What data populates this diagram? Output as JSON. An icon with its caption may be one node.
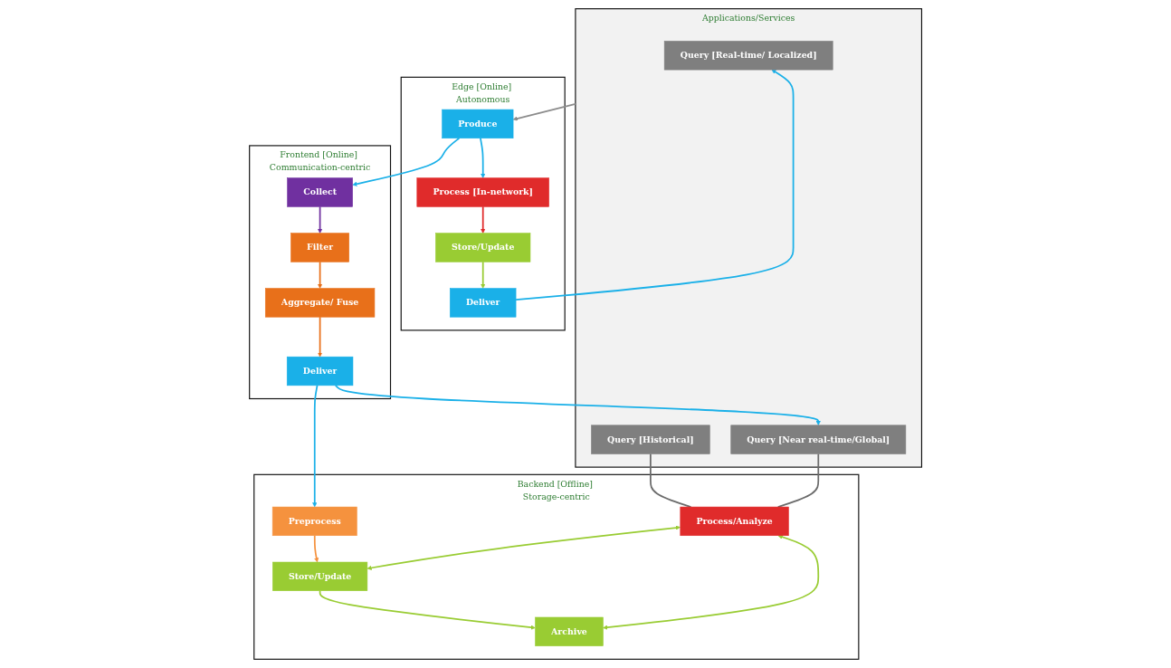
{
  "diagram": {
    "nodes": [
      {
        "text": [
          "Applications/Services"
        ]
      },
      {
        "text": [
          "Query [Real-time/ Localized]"
        ],
        "in": 0
      },
      {
        "text": [
          "Query [Historical]"
        ],
        "in": 0
      },
      {
        "text": [
          "Query [Near real-time/Global]"
        ],
        "in": 0
      },
      {
        "text": [
          "Edge [Online] Autonomous"
        ]
      },
      {
        "text": [
          "Deliver"
        ],
        "in": 4
      },
      {
        "text": [
          "Store/Update"
        ],
        "in": 4
      },
      {
        "text": [
          "Process [In-network]"
        ],
        "in": 4
      },
      {
        "text": [
          "Produce"
        ],
        "in": 4
      },
      {
        "text": [
          "Backend [Offline] Storage-centric"
        ]
      },
      {
        "text": [
          "Process/Analyze"
        ],
        "in": 9
      },
      {
        "text": [
          "Archive"
        ],
        "in": 9
      },
      {
        "text": [
          "Store/Update"
        ],
        "in": 9
      },
      {
        "text": [
          "Preprocess"
        ],
        "in": 9
      },
      {
        "text": [
          "Frontend [Online] Communication-centric"
        ]
      },
      {
        "text": [
          "Collect"
        ],
        "in": 14
      },
      {
        "text": [
          "Filter"
        ],
        "in": 14
      },
      {
        "text": [
          "Aggregate/ Fuse"
        ],
        "in": 14
      },
      {
        "text": [
          "Deliver"
        ],
        "in": 14
      }
    ],
    "edges": [
      {
        "from": 5,
        "to": 1,
        "arrow": "to",
        "color": "#1ab0e8"
      },
      {
        "from": 6,
        "to": 5,
        "arrow": "to",
        "color": "#99cc33"
      },
      {
        "from": 7,
        "to": 6,
        "arrow": "to",
        "color": "#e02b2b"
      },
      {
        "from": 8,
        "to": 7,
        "arrow": "to",
        "color": "#1ab0e8"
      },
      {
        "from": 0,
        "to": 8,
        "arrow": "to",
        "color": "#8c8c8c"
      },
      {
        "from": 8,
        "to": 15,
        "arrow": "to",
        "color": "#1ab0e8"
      },
      {
        "from": 15,
        "to": 16,
        "arrow": "to",
        "color": "#7030a0"
      },
      {
        "from": 16,
        "to": 17,
        "arrow": "to",
        "color": "#e8701a"
      },
      {
        "from": 17,
        "to": 18,
        "arrow": "to",
        "color": "#e8701a"
      },
      {
        "from": 18,
        "to": 13,
        "arrow": "to",
        "color": "#1ab0e8"
      },
      {
        "from": 18,
        "to": 3,
        "arrow": "to",
        "color": "#1ab0e8"
      },
      {
        "from": 13,
        "to": 12,
        "arrow": "to",
        "color": "#f5923e"
      },
      {
        "from": 12,
        "to": 11,
        "arrow": "to",
        "color": "#99cc33"
      },
      {
        "from": 10,
        "to": 11,
        "arrow": "both",
        "color": "#99cc33"
      },
      {
        "from": 10,
        "to": 12,
        "arrow": "both",
        "color": "#99cc33"
      },
      {
        "from": 2,
        "to": 10,
        "arrow": "none",
        "color": "#6b6b6b"
      },
      {
        "from": 3,
        "to": 10,
        "arrow": "none",
        "color": "#6b6b6b"
      }
    ]
  }
}
